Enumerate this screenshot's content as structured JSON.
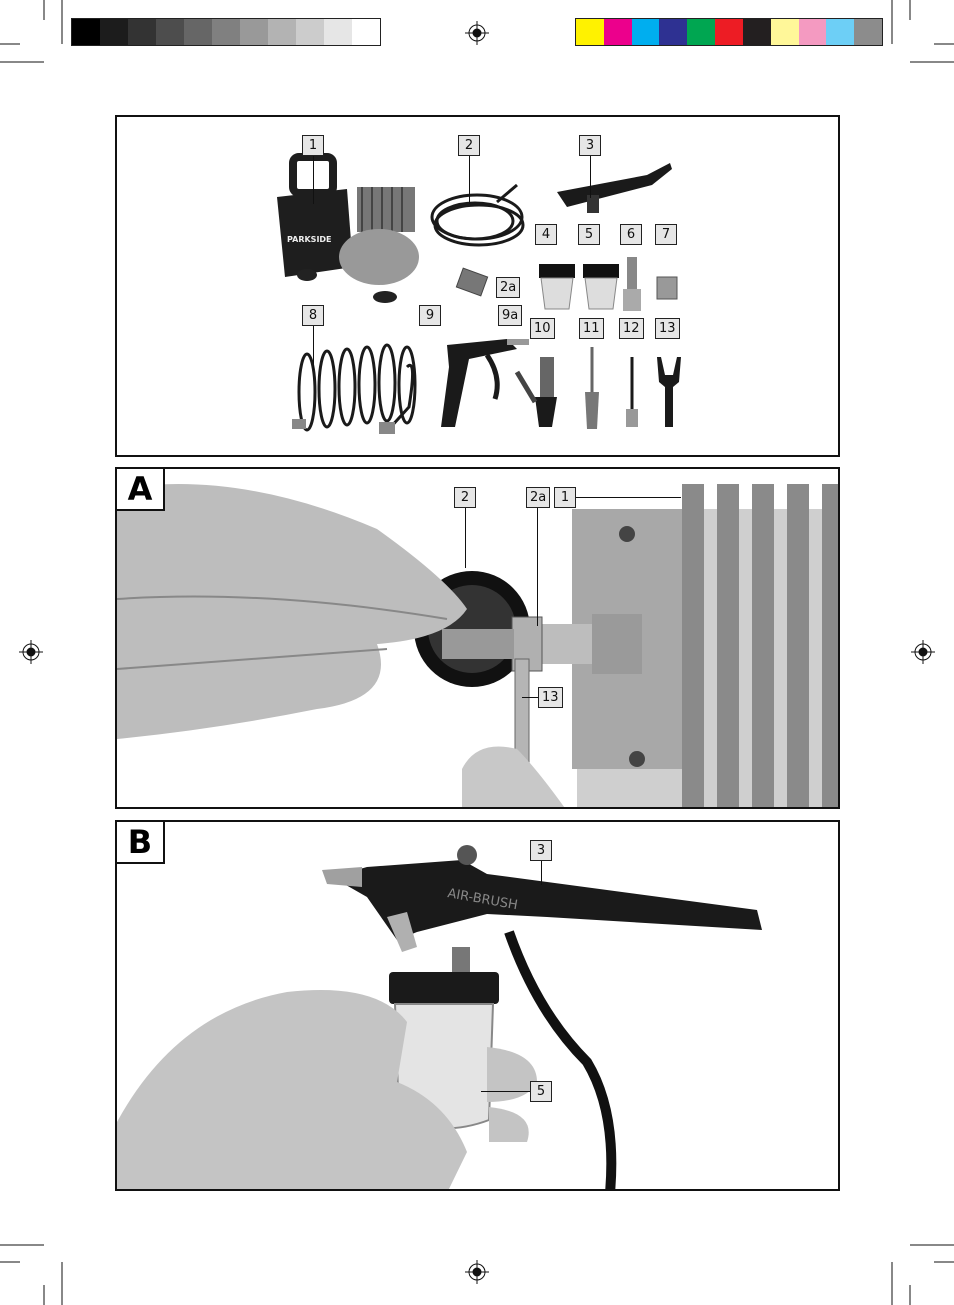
{
  "print_marks": {
    "gray_scale": [
      "#000000",
      "#1c1c1c",
      "#333333",
      "#4d4d4d",
      "#666666",
      "#808080",
      "#999999",
      "#b3b3b3",
      "#cccccc",
      "#e6e6e6",
      "#ffffff"
    ],
    "color_bar": [
      "#fff200",
      "#ec008c",
      "#00aeef",
      "#2e3192",
      "#00a651",
      "#ed1c24",
      "#231f20",
      "#fff799",
      "#f49ac1",
      "#6dcff6",
      "#8c8c8c"
    ]
  },
  "overview_panel": {
    "labels": {
      "l1": "1",
      "l2": "2",
      "l2a": "2a",
      "l3": "3",
      "l4": "4",
      "l5": "5",
      "l6": "6",
      "l7": "7",
      "l8": "8",
      "l9": "9",
      "l9a": "9a",
      "l10": "10",
      "l11": "11",
      "l12": "12",
      "l13": "13"
    },
    "brand_text": "PARKSIDE"
  },
  "figure_a": {
    "letter": "A",
    "labels": {
      "l2": "2",
      "l2a": "2a",
      "l1": "1",
      "l13": "13"
    }
  },
  "figure_b": {
    "letter": "B",
    "labels": {
      "l3": "3",
      "l5": "5"
    },
    "airbrush_text": "AIR-BRUSH"
  }
}
